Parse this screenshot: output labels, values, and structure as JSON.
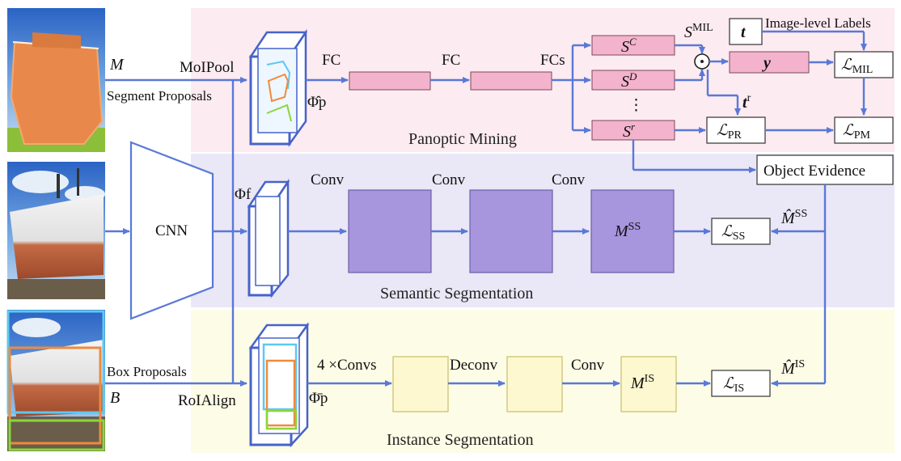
{
  "sections": {
    "panoptic": "Panoptic Mining",
    "semantic": "Semantic Segmentation",
    "instance": "Instance Segmentation"
  },
  "inputs": {
    "segment_symbol": "M",
    "segment_label": "Segment Proposals",
    "box_label": "Box Proposals",
    "box_symbol": "B"
  },
  "backbone": {
    "cnn": "CNN",
    "phi_f": "Φf"
  },
  "pooling": {
    "moipool": "MoIPool",
    "roialign": "RoIAlign",
    "phi_hat_p": "Φ̂p",
    "phi_bar_p": "Φ̄p"
  },
  "panoptic_head": {
    "fc1": "FC",
    "fc2": "FC",
    "fcs": "FCs",
    "s_c": "SC",
    "s_d": "SD",
    "s_dots": "⋮",
    "s_r": "Sr",
    "s_mil": "SMIL",
    "odot": "⊙",
    "t": "t",
    "t_r": "tr",
    "y": "y",
    "image_labels": "Image-level Labels",
    "loss_mil": "ℒMIL",
    "loss_pr": "ℒPR",
    "loss_pm": "ℒPM",
    "object_evidence": "Object Evidence"
  },
  "semantic_head": {
    "conv1": "Conv",
    "conv2": "Conv",
    "conv3": "Conv",
    "m_ss": "MSS",
    "loss_ss": "ℒSS",
    "m_hat_ss": "M̂SS"
  },
  "instance_head": {
    "convs": "4 ×Convs",
    "deconv": "Deconv",
    "conv": "Conv",
    "m_is": "MIS",
    "loss_is": "ℒIS",
    "m_hat_is": "M̂IS"
  },
  "colors": {
    "wire": "#5a78d8",
    "panoptic_bg": "#fcebf0",
    "semantic_bg": "#eae7f6",
    "instance_bg": "#fdfce6",
    "pink_box": "#f4b3cc",
    "purple_box": "#a795dd",
    "yellow_box": "#fdf8cf"
  }
}
